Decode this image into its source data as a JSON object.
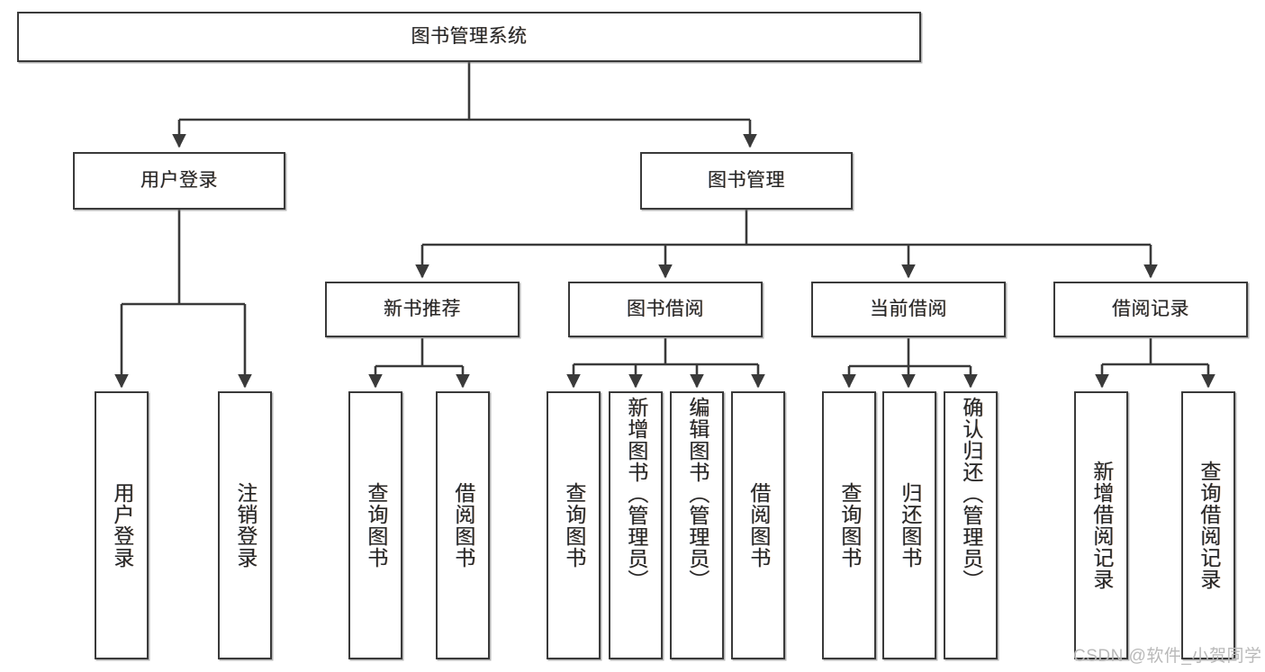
{
  "diagram": {
    "title": "图书管理系统",
    "type": "hierarchy-tree",
    "root": {
      "label": "图书管理系统"
    },
    "level2": [
      {
        "label": "用户登录"
      },
      {
        "label": "图书管理"
      }
    ],
    "level3": [
      {
        "label": "新书推荐"
      },
      {
        "label": "图书借阅"
      },
      {
        "label": "当前借阅"
      },
      {
        "label": "借阅记录"
      }
    ],
    "leaves": {
      "user_login": [
        {
          "label": "用户登录"
        },
        {
          "label": "注销登录"
        }
      ],
      "new_book_recommend": [
        {
          "label": "查询图书"
        },
        {
          "label": "借阅图书"
        }
      ],
      "book_borrow": [
        {
          "label": "查询图书"
        },
        {
          "label": "新增图书（管理员）"
        },
        {
          "label": "编辑图书（管理员）"
        },
        {
          "label": "借阅图书"
        }
      ],
      "current_borrow": [
        {
          "label": "查询图书"
        },
        {
          "label": "归还图书"
        },
        {
          "label": "确认归还（管理员）"
        }
      ],
      "borrow_record": [
        {
          "label": "新增借阅记录"
        },
        {
          "label": "查询借阅记录"
        }
      ]
    }
  },
  "watermark": {
    "text": "CSDN @软件_小贺同学"
  },
  "colors": {
    "border": "#3a3a3a",
    "background": "#ffffff",
    "text": "#262626",
    "watermark": "#b9b9b9"
  }
}
